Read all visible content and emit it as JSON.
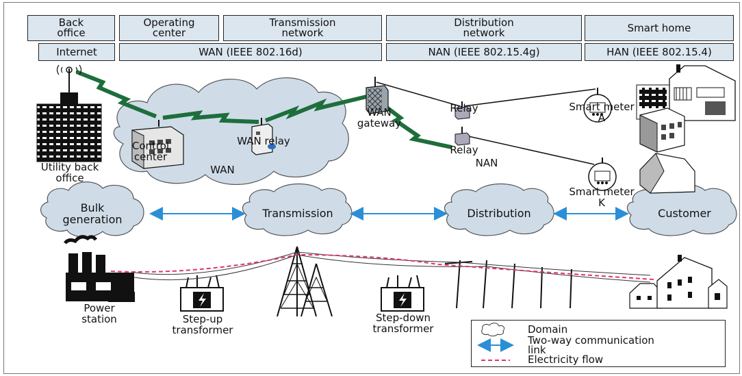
{
  "header": {
    "domains": [
      {
        "label": "Back\noffice"
      },
      {
        "label": "Operating\ncenter"
      },
      {
        "label": "Transmission\nnetwork"
      },
      {
        "label": "Distribution\nnetwork"
      },
      {
        "label": "Smart home"
      }
    ],
    "networks": [
      {
        "label": "Internet"
      },
      {
        "label": "WAN (IEEE 802.16d)"
      },
      {
        "label": "NAN (IEEE 802.15.4g)"
      },
      {
        "label": "HAN (IEEE 802.15.4)"
      }
    ]
  },
  "network": {
    "utility": "Utility back\noffice",
    "control_center": "Control\ncenter",
    "wan_relay": "WAN relay",
    "wan_cloud": "WAN",
    "wan_gateway": "WAN\ngateway",
    "relay_top": "Relay",
    "relay_bottom": "Relay",
    "nan": "NAN",
    "meter_a": "Smart meter\nA",
    "meter_k": "Smart meter\nK"
  },
  "domains_row": {
    "bulk": "Bulk\ngeneration",
    "transmission": "Transmission",
    "distribution": "Distribution",
    "customer": "Customer"
  },
  "power": {
    "station": "Power\nstation",
    "step_up": "Step-up\ntransformer",
    "step_down": "Step-down\ntransformer"
  },
  "legend": {
    "domain": "Domain",
    "link": "Two-way communication\nlink",
    "flow": "Electricity flow"
  },
  "colors": {
    "header_fill": "#dce6ef",
    "cloud_fill": "#cfdce8",
    "wireless": "#1e6e3c",
    "link_arrow": "#2a8fd6",
    "electricity": "#e0336d"
  }
}
